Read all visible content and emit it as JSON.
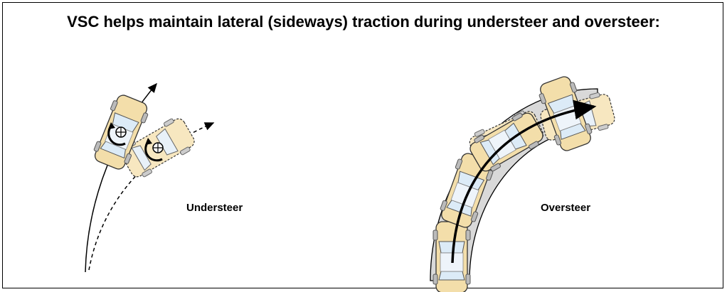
{
  "title": "VSC helps maintain lateral (sideways) traction during understeer and oversteer:",
  "panels": {
    "left": {
      "label": "Understeer"
    },
    "right": {
      "label": "Oversteer"
    }
  },
  "colors": {
    "car_body": "#f3deaa",
    "glass": "#dcebf7",
    "road": "#d9d9d9"
  }
}
